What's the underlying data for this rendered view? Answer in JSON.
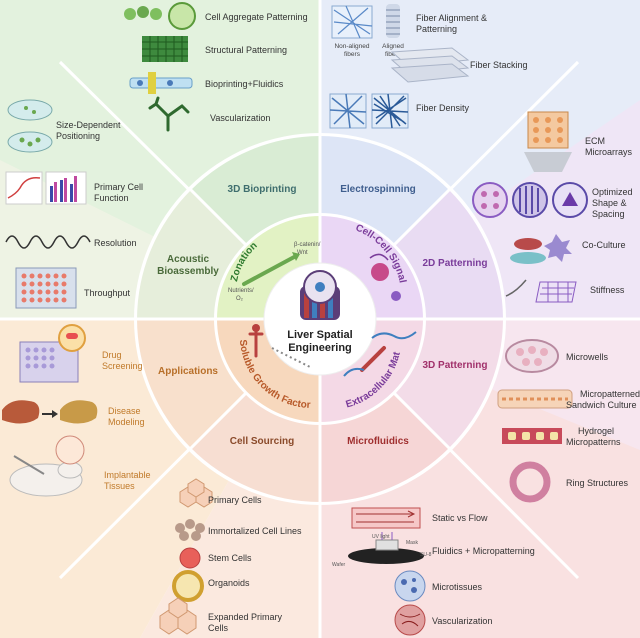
{
  "center": {
    "line1": "Liver Spatial",
    "line2": "Engineering"
  },
  "inner": {
    "zonation": "Zonation",
    "beta_catenin": "β-catenin/",
    "wnt": "Wnt",
    "nutrients": "Nutrients/",
    "o2": "O₂",
    "cell_cell_signaling": "Cell-Cell Signaling",
    "extracellular_matrix": "Extracellular Matrix",
    "soluble_growth_factors": "Soluble Growth Factors"
  },
  "sections": {
    "bioprinting": "3D Bioprinting",
    "electrospinning": "Electrospinning",
    "patterning_2d": "2D Patterning",
    "patterning_3d": "3D Patterning",
    "microfluidics": "Microfluidics",
    "cell_sourcing": "Cell Sourcing",
    "applications": "Applications",
    "acoustic_1": "Acoustic",
    "acoustic_2": "Bioassembly"
  },
  "bioprinting_items": [
    "Cell Aggregate Patterning",
    "Structural Patterning",
    "Bioprinting+Fluidics",
    "Vascularization"
  ],
  "electrospinning_items": {
    "alignment_1": "Fiber Alignment &",
    "alignment_2": "Patterning",
    "non_aligned_1": "Non-aligned",
    "non_aligned_2": "fibers",
    "aligned_1": "Aligned",
    "aligned_2": "fibers",
    "stacking": "Fiber Stacking",
    "density": "Fiber Density"
  },
  "patterning2d_items": {
    "ecm_1": "ECM",
    "ecm_2": "Microarrays",
    "shape_1": "Optimized",
    "shape_2": "Shape &",
    "shape_3": "Spacing",
    "coculture": "Co-Culture",
    "stiffness": "Stiffness"
  },
  "patterning3d_items": {
    "microwells": "Microwells",
    "sandwich_1": "Micropatterned",
    "sandwich_2": "Sandwich Culture",
    "hydrogel_1": "Hydrogel",
    "hydrogel_2": "Micropatterns",
    "ring": "Ring Structures"
  },
  "microfluidics_items": {
    "static_flow": "Static vs Flow",
    "fluidics_micro": "Fluidics + Micropatterning",
    "uv_light": "UV light",
    "mask": "Mask",
    "su8": "SU-8",
    "wafer": "Wafer",
    "microtissues": "Microtissues",
    "vascularization": "Vascularization"
  },
  "cell_sourcing_items": {
    "primary": "Primary Cells",
    "immortalized": "Immortalized Cell Lines",
    "stem": "Stem Cells",
    "organoids": "Organoids",
    "expanded_1": "Expanded Primary",
    "expanded_2": "Cells"
  },
  "applications_items": {
    "drug_1": "Drug",
    "drug_2": "Screening",
    "disease_1": "Disease",
    "disease_2": "Modeling",
    "implant_1": "Implantable",
    "implant_2": "Tissues"
  },
  "acoustic_items": {
    "size_1": "Size-Dependent",
    "size_2": "Positioning",
    "primary_1": "Primary Cell",
    "primary_2": "Function",
    "resolution": "Resolution",
    "throughput": "Throughput"
  },
  "colors": {
    "bioprinting": "#e3f2de",
    "electrospinning": "#e6ecf8",
    "patterning_2d": "#efe6f6",
    "patterning_3d": "#f7e6ef",
    "microfluidics": "#f9e1e1",
    "cell_sourcing": "#fbe9df",
    "applications": "#fbead6",
    "acoustic": "#eef3e4",
    "accent_red": "#b0303a",
    "accent_purple": "#7a3c9a",
    "accent_teal": "#2f6f7a"
  }
}
